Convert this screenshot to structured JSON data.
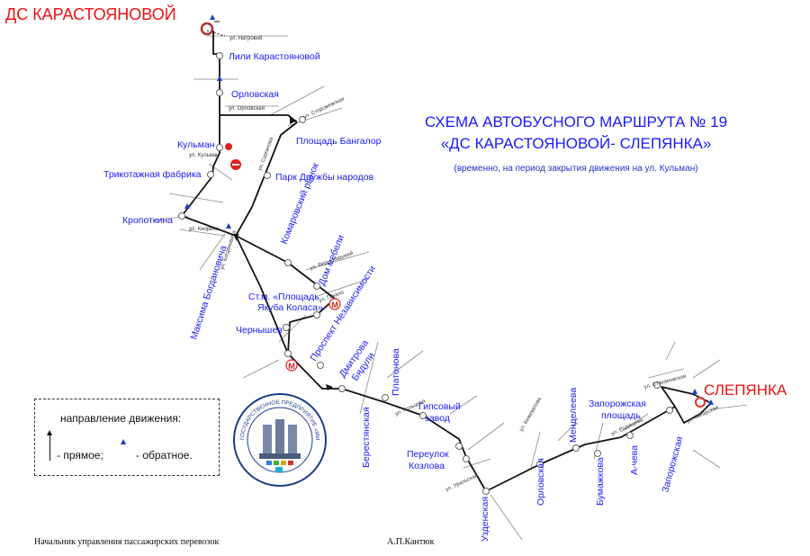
{
  "title": {
    "line1": "СХЕМА АВТОБУСНОГО МАРШРУТА № 19",
    "line2": "«ДС КАРАСТОЯНОВОЙ- СЛЕПЯНКА»",
    "note": "(временно, на период закрытия движения на ул. Кульман)"
  },
  "terminals": {
    "start": "ДС КАРАСТОЯНОВОЙ",
    "end": "СЛЕПЯНКА"
  },
  "stops": [
    {
      "id": "lili",
      "label": "Лили Карастояновой"
    },
    {
      "id": "orlovskaya",
      "label": "Орловская"
    },
    {
      "id": "bangalor",
      "label": "Площадь Бангалор"
    },
    {
      "id": "kulman",
      "label": "Кульман"
    },
    {
      "id": "trikotazh",
      "label": "Трикотажная фабрика"
    },
    {
      "id": "park",
      "label": "Парк Дружбы народов"
    },
    {
      "id": "kropotkina",
      "label": "Кропоткина"
    },
    {
      "id": "komarovsky",
      "label": "Комаровский рынок"
    },
    {
      "id": "bogdanovicha",
      "label": "Максима Богдановича"
    },
    {
      "id": "dom_mebeli",
      "label": "Дом мебели"
    },
    {
      "id": "kolasa1",
      "label": "Ст.м. «Площадь"
    },
    {
      "id": "kolasa2",
      "label": "Якуба Коласа»"
    },
    {
      "id": "nezav",
      "label": "Проспект Независимости"
    },
    {
      "id": "chernyshev",
      "label": "Чернышев"
    },
    {
      "id": "dmitrova",
      "label": "Дмитрова"
    },
    {
      "id": "tugoli",
      "label": "Бядули"
    },
    {
      "id": "platonova",
      "label": "Платонова"
    },
    {
      "id": "berestyanskaya",
      "label": "Берестянская"
    },
    {
      "id": "gipsovy1",
      "label": "Гипсовый"
    },
    {
      "id": "gipsovy2",
      "label": "завод"
    },
    {
      "id": "pereulok1",
      "label": "Переулок"
    },
    {
      "id": "pereulok2",
      "label": "Козлова"
    },
    {
      "id": "uzdenskaya",
      "label": "Узденская"
    },
    {
      "id": "orlova",
      "label": "Орловская"
    },
    {
      "id": "mendeleeva",
      "label": "Менделеева"
    },
    {
      "id": "zaporozhskaya1",
      "label": "Запорожская"
    },
    {
      "id": "zaporozhskaya2",
      "label": "площадь"
    },
    {
      "id": "bumazhkova",
      "label": "Бумажкова"
    },
    {
      "id": "shcheva",
      "label": "А-чева"
    },
    {
      "id": "zaporozhskaya3",
      "label": "Запорожская"
    }
  ],
  "streets": [
    {
      "id": "st1",
      "label": "ул. Натровой"
    },
    {
      "id": "st2",
      "label": "ул. Орловская"
    },
    {
      "id": "st3",
      "label": "ул. Кульман"
    },
    {
      "id": "st4",
      "label": "ул. Сурганова"
    },
    {
      "id": "st5",
      "label": "ул. Кнорина"
    },
    {
      "id": "st6",
      "label": "ул. Веры Хоружей"
    },
    {
      "id": "st7",
      "label": "ул. Богдановича"
    },
    {
      "id": "st8",
      "label": "ул. Сторожевская"
    },
    {
      "id": "st9",
      "label": "ул. Гикало"
    },
    {
      "id": "st10",
      "label": "ул. Кольцова"
    },
    {
      "id": "st11",
      "label": "ул. Уральская"
    },
    {
      "id": "st12",
      "label": "ул. Кижеватова"
    },
    {
      "id": "st13",
      "label": "ул. Радищева"
    },
    {
      "id": "st14",
      "label": "ул. Ангарская"
    },
    {
      "id": "st15",
      "label": "ул. Стахановская"
    }
  ],
  "legend": {
    "title": "направление движения:",
    "forward": "- прямое;",
    "backward": "- обратное."
  },
  "seal": {
    "text": "ГОСУДАРСТВЕННОЕ ПРЕДПРИЯТИЕ «МИНСКТРАНС»"
  },
  "footer": {
    "left": "Начальник управления пассажирских перевозок",
    "right": "А.П.Кантюк"
  },
  "colors": {
    "route": "#111111",
    "label": "#1a1aff",
    "terminal": "#ee1111",
    "metro": "#dd2222"
  }
}
